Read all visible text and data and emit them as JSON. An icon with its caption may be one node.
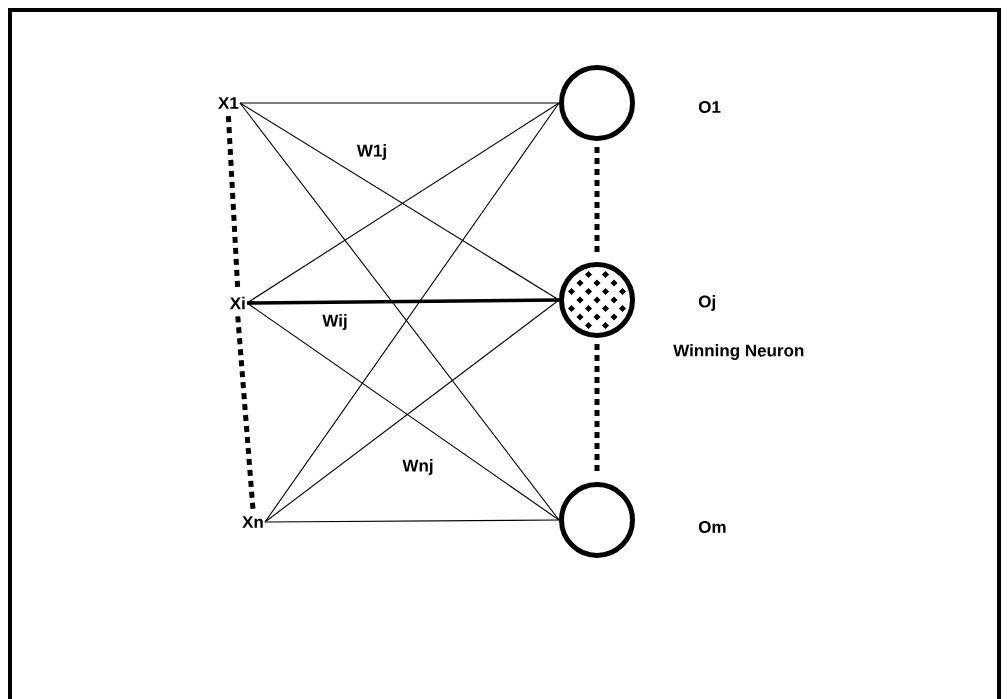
{
  "diagram": {
    "nodes": [
      {
        "text": [
          "X1"
        ]
      },
      {
        "text": [
          "Xi"
        ]
      },
      {
        "text": [
          "Xn"
        ]
      },
      {
        "text": [],
        "shape": "circle",
        "beside": [
          "O1"
        ]
      },
      {
        "text": [],
        "shape": "circle",
        "beside": [
          "Oj",
          "Winning Neuron"
        ]
      },
      {
        "text": [],
        "shape": "circle",
        "beside": [
          "Om"
        ]
      }
    ],
    "edges": [
      {
        "from": 0,
        "to": 3,
        "arrow": "none"
      },
      {
        "from": 0,
        "to": 4,
        "arrow": "none",
        "label": "W1j"
      },
      {
        "from": 0,
        "to": 5,
        "arrow": "none"
      },
      {
        "from": 1,
        "to": 3,
        "arrow": "none"
      },
      {
        "from": 1,
        "to": 4,
        "arrow": "none",
        "label": "Wij",
        "style": "thick"
      },
      {
        "from": 1,
        "to": 5,
        "arrow": "none"
      },
      {
        "from": 2,
        "to": 3,
        "arrow": "none"
      },
      {
        "from": 2,
        "to": 4,
        "arrow": "none",
        "label": "Wnj"
      },
      {
        "from": 2,
        "to": 5,
        "arrow": "none"
      },
      {
        "from": 0,
        "to": 1,
        "arrow": "none",
        "style": "dashed"
      },
      {
        "from": 1,
        "to": 2,
        "arrow": "none",
        "style": "dashed"
      },
      {
        "from": 3,
        "to": 4,
        "arrow": "none",
        "style": "dashed"
      },
      {
        "from": 4,
        "to": 5,
        "arrow": "none",
        "style": "dashed"
      }
    ]
  }
}
